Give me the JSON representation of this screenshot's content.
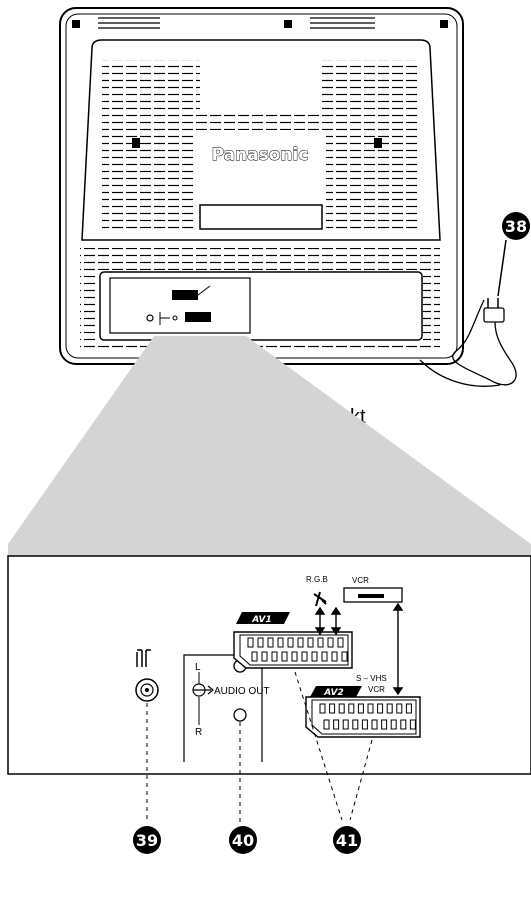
{
  "tv": {
    "brand": "Panasonic"
  },
  "mains": {
    "label": "Nätkontakt",
    "callout": "38"
  },
  "panel": {
    "antenna_callout": "39",
    "audio_callout": "40",
    "scart_callout": "41",
    "audio_label": "AUDIO OUT",
    "audio_left": "L",
    "audio_right": "R",
    "av1_label": "AV1",
    "av2_label": "AV2",
    "rgb_label": "R.G.B",
    "vcr_label": "VCR",
    "svhs_label": "S – VHS",
    "svhs_vcr_label": "VCR"
  }
}
